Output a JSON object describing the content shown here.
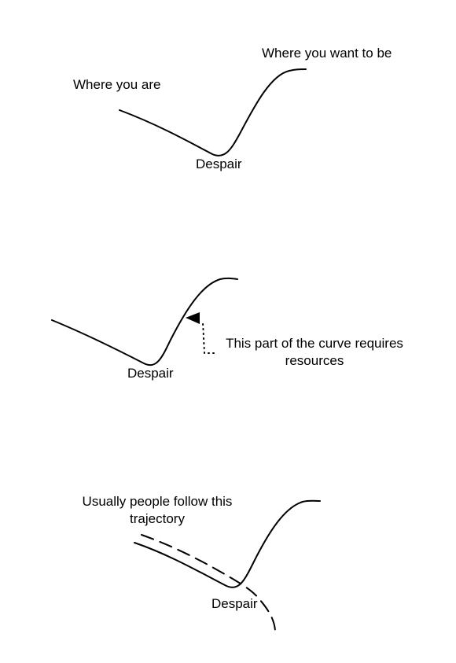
{
  "diagram": {
    "panel1": {
      "start_label": "Where you are",
      "goal_label": "Where you want to be",
      "low_point_label": "Despair"
    },
    "panel2": {
      "low_point_label": "Despair",
      "annotation_line1": "This part of the curve requires",
      "annotation_line2": "resources"
    },
    "panel3": {
      "note_line1": "Usually people follow this",
      "note_line2": "trajectory",
      "low_point_label": "Despair"
    }
  },
  "colors": {
    "stroke": "#000000",
    "background": "#ffffff"
  }
}
